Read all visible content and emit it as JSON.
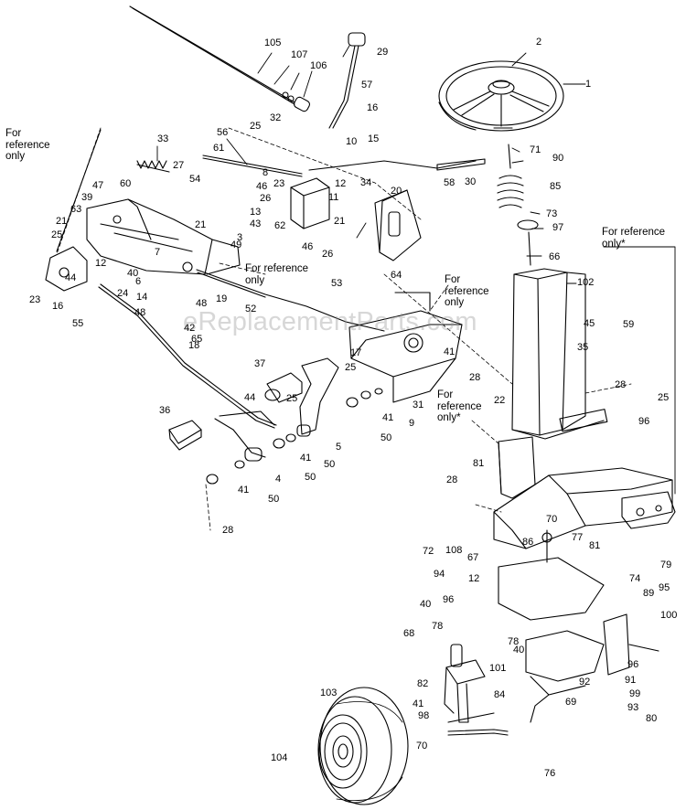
{
  "watermark": "eReplacementParts.com",
  "reference_notes": [
    "For\nreference\nonly",
    "For reference\nonly",
    "For\nreference\nonly",
    "For\nreference\nonly*",
    "For reference\nonly*"
  ],
  "part_numbers": [
    "1",
    "2",
    "3",
    "4",
    "5",
    "6",
    "7",
    "8",
    "9",
    "10",
    "11",
    "12",
    "12",
    "12",
    "13",
    "14",
    "15",
    "16",
    "16",
    "17",
    "18",
    "19",
    "20",
    "21",
    "21",
    "21",
    "22",
    "23",
    "23",
    "24",
    "25",
    "25",
    "25",
    "25",
    "25",
    "26",
    "26",
    "27",
    "28",
    "28",
    "28",
    "28",
    "29",
    "30",
    "31",
    "32",
    "33",
    "34",
    "35",
    "36",
    "37",
    "39",
    "40",
    "40",
    "40",
    "41",
    "41",
    "41",
    "41",
    "41",
    "42",
    "43",
    "44",
    "44",
    "45",
    "46",
    "46",
    "47",
    "48",
    "48",
    "49",
    "50",
    "50",
    "50",
    "50",
    "52",
    "53",
    "54",
    "55",
    "56",
    "57",
    "58",
    "59",
    "60",
    "61",
    "62",
    "63",
    "64",
    "65",
    "66",
    "67",
    "68",
    "69",
    "70",
    "70",
    "71",
    "72",
    "73",
    "74",
    "76",
    "77",
    "78",
    "78",
    "79",
    "80",
    "81",
    "81",
    "82",
    "84",
    "85",
    "86",
    "89",
    "90",
    "91",
    "92",
    "93",
    "94",
    "95",
    "96",
    "96",
    "96",
    "97",
    "98",
    "99",
    "100",
    "101",
    "102",
    "103",
    "104",
    "105",
    "106",
    "107",
    "108"
  ]
}
